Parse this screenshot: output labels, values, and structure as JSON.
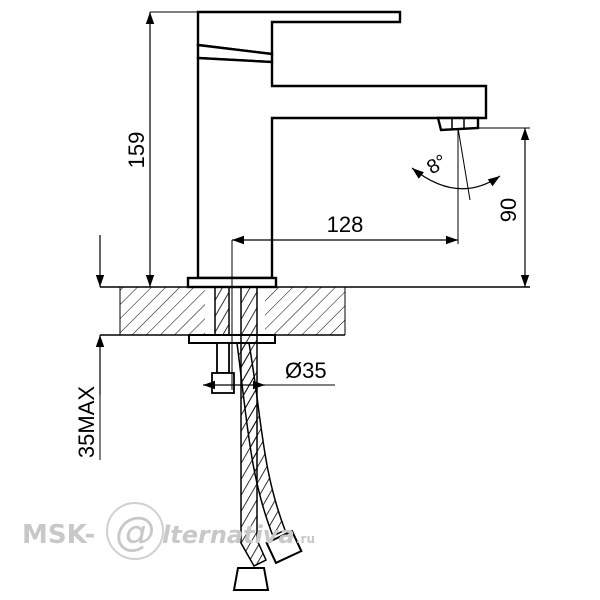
{
  "dimensions": {
    "height_total": "159",
    "reach": "128",
    "spout_height": "90",
    "angle": "8°",
    "hole_diameter": "Ø35",
    "max_thickness": "35MAX"
  },
  "watermark": {
    "prefix": "MSK-",
    "at": "@",
    "suffix": "lternativa",
    "domain": ".ru"
  }
}
